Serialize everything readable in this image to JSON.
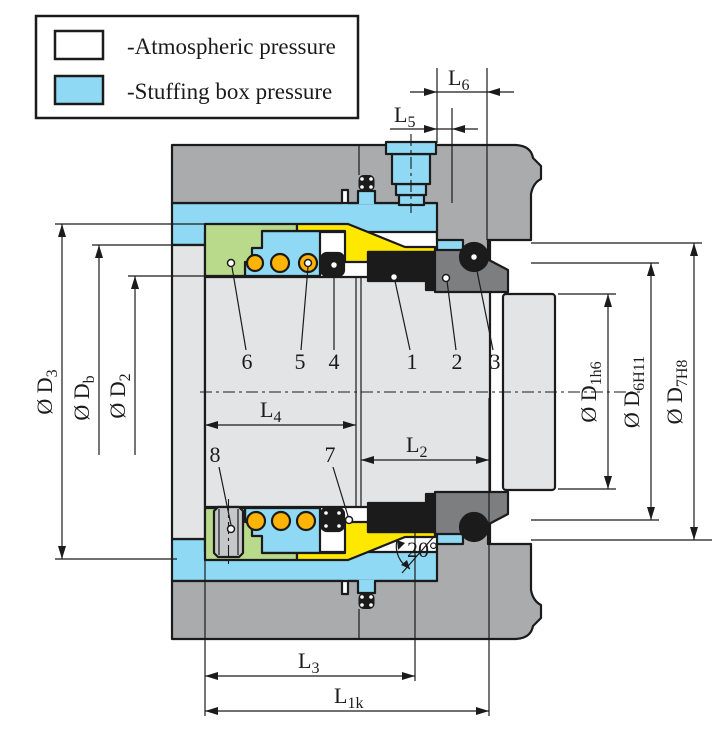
{
  "legend": {
    "atmospheric": "-Atmospheric pressure",
    "stuffing": "-Stuffing box pressure"
  },
  "colors": {
    "stuffing_blue": "#90d9f4",
    "housing_gray": "#a9abad",
    "seat_gray": "#7c7e80",
    "shaft_gray": "#e3e4e5",
    "screw_gray": "#c6c7c8",
    "collar_green": "#b9d98b",
    "rotary_yellow": "#ffe800",
    "spring_orange": "#ffb404",
    "elastomer_black": "#1b1b1b",
    "atmospheric_white": "#ffffff"
  },
  "dims": {
    "L1k": {
      "main": "L",
      "sub": "1k"
    },
    "L2": {
      "main": "L",
      "sub": "2"
    },
    "L3": {
      "main": "L",
      "sub": "3"
    },
    "L4": {
      "main": "L",
      "sub": "4"
    },
    "L5": {
      "main": "L",
      "sub": "5"
    },
    "L6": {
      "main": "L",
      "sub": "6"
    },
    "D3": {
      "main": "Ø D",
      "sub": "3"
    },
    "Db": {
      "main": "Ø D",
      "sub": "b"
    },
    "D2": {
      "main": "Ø D",
      "sub": "2"
    },
    "D1h6": {
      "main": "Ø D",
      "sub": "1h6"
    },
    "D6H11": {
      "main": "Ø D",
      "sub": "6H11"
    },
    "D7H8": {
      "main": "Ø D",
      "sub": "7H8"
    },
    "angle": "20°"
  },
  "parts": {
    "n1": "1",
    "n2": "2",
    "n3": "3",
    "n4": "4",
    "n5": "5",
    "n6": "6",
    "n7": "7",
    "n8": "8"
  }
}
